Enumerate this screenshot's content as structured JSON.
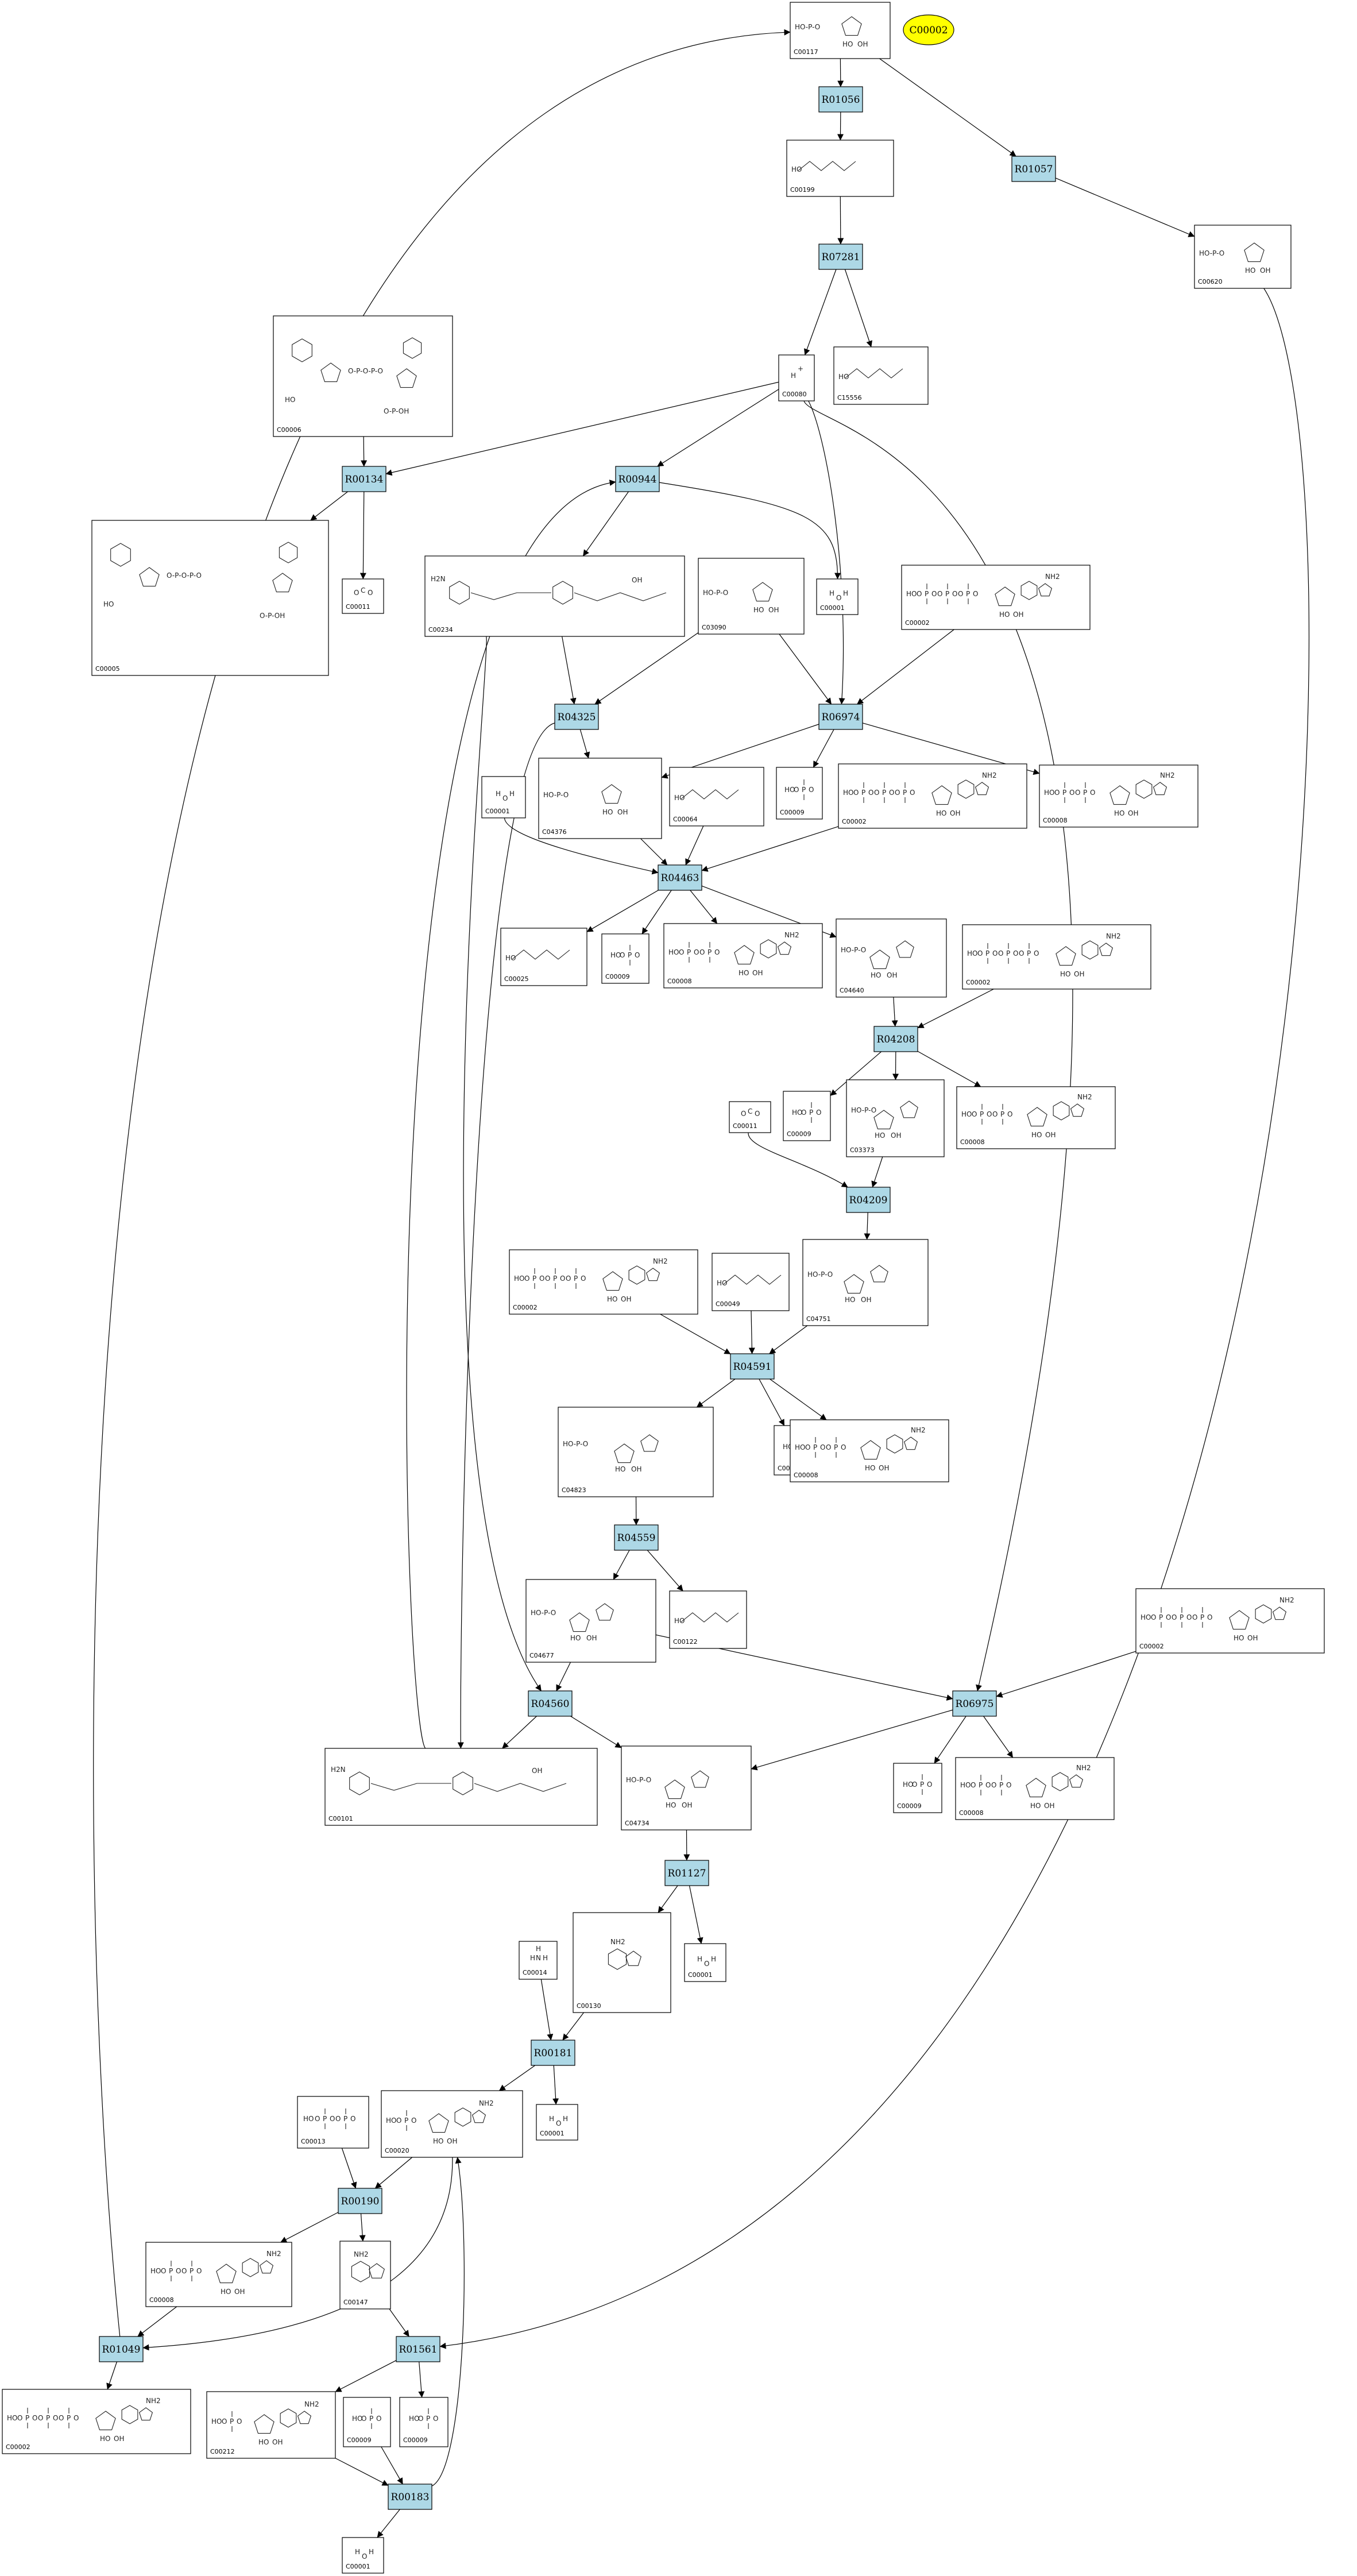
{
  "highlight": {
    "label": "C00002",
    "color": "#ffff00"
  },
  "reaction_color": "#add8e6",
  "reactions": [
    {
      "id": "R01056",
      "label": "R01056"
    },
    {
      "id": "R01057",
      "label": "R01057"
    },
    {
      "id": "R07281",
      "label": "R07281"
    },
    {
      "id": "R00134",
      "label": "R00134"
    },
    {
      "id": "R00944",
      "label": "R00944"
    },
    {
      "id": "R04325",
      "label": "R04325"
    },
    {
      "id": "R06974",
      "label": "R06974"
    },
    {
      "id": "R04463",
      "label": "R04463"
    },
    {
      "id": "R04208",
      "label": "R04208"
    },
    {
      "id": "R04209",
      "label": "R04209"
    },
    {
      "id": "R04591",
      "label": "R04591"
    },
    {
      "id": "R04559",
      "label": "R04559"
    },
    {
      "id": "R04560",
      "label": "R04560"
    },
    {
      "id": "R06975",
      "label": "R06975"
    },
    {
      "id": "R01127",
      "label": "R01127"
    },
    {
      "id": "R00181",
      "label": "R00181"
    },
    {
      "id": "R00190",
      "label": "R00190"
    },
    {
      "id": "R01049",
      "label": "R01049"
    },
    {
      "id": "R01561",
      "label": "R01561"
    },
    {
      "id": "R00183",
      "label": "R00183"
    }
  ],
  "compounds": [
    {
      "id": "c_C00117",
      "label": "C00117",
      "struct": "ribose5p"
    },
    {
      "id": "c_C00199",
      "label": "C00199",
      "struct": "chain"
    },
    {
      "id": "c_C00620",
      "label": "C00620",
      "struct": "ribose1p"
    },
    {
      "id": "c_C00006",
      "label": "C00006",
      "struct": "nadp"
    },
    {
      "id": "c_C00080",
      "label": "C00080",
      "struct": "proton"
    },
    {
      "id": "c_C15556",
      "label": "C15556",
      "struct": "chain"
    },
    {
      "id": "c_C00005",
      "label": "C00005",
      "struct": "nadp"
    },
    {
      "id": "c_C00011a",
      "label": "C00011",
      "struct": "co2"
    },
    {
      "id": "c_C00234",
      "label": "C00234",
      "struct": "folate"
    },
    {
      "id": "c_C03090",
      "label": "C03090",
      "struct": "ribose5p"
    },
    {
      "id": "c_C00001a",
      "label": "C00001",
      "struct": "water"
    },
    {
      "id": "c_C00002a",
      "label": "C00002",
      "struct": "atp"
    },
    {
      "id": "c_C00001b",
      "label": "C00001",
      "struct": "water"
    },
    {
      "id": "c_C04376",
      "label": "C04376",
      "struct": "ribose5p"
    },
    {
      "id": "c_C00064",
      "label": "C00064",
      "struct": "chain"
    },
    {
      "id": "c_C00009a",
      "label": "C00009",
      "struct": "phosphate"
    },
    {
      "id": "c_C00002b",
      "label": "C00002",
      "struct": "atp"
    },
    {
      "id": "c_C00008a",
      "label": "C00008",
      "struct": "adp"
    },
    {
      "id": "c_C00025",
      "label": "C00025",
      "struct": "chain"
    },
    {
      "id": "c_C00009b",
      "label": "C00009",
      "struct": "phosphate"
    },
    {
      "id": "c_C00008b",
      "label": "C00008",
      "struct": "adp"
    },
    {
      "id": "c_C04640",
      "label": "C04640",
      "struct": "imidazole"
    },
    {
      "id": "c_C00002c",
      "label": "C00002",
      "struct": "atp"
    },
    {
      "id": "c_C00009c",
      "label": "C00009",
      "struct": "phosphate"
    },
    {
      "id": "c_C03373",
      "label": "C03373",
      "struct": "imidazole"
    },
    {
      "id": "c_C00008c",
      "label": "C00008",
      "struct": "adp"
    },
    {
      "id": "c_C00011b",
      "label": "C00011",
      "struct": "co2"
    },
    {
      "id": "c_C00002d",
      "label": "C00002",
      "struct": "atp"
    },
    {
      "id": "c_C00049",
      "label": "C00049",
      "struct": "chain"
    },
    {
      "id": "c_C04751",
      "label": "C04751",
      "struct": "imidazole"
    },
    {
      "id": "c_C04823",
      "label": "C04823",
      "struct": "imidazole"
    },
    {
      "id": "c_C00009d",
      "label": "C00009",
      "struct": "phosphate"
    },
    {
      "id": "c_C00008d",
      "label": "C00008",
      "struct": "adp"
    },
    {
      "id": "c_C04677",
      "label": "C04677",
      "struct": "imidazole"
    },
    {
      "id": "c_C00122",
      "label": "C00122",
      "struct": "chain"
    },
    {
      "id": "c_C00002e",
      "label": "C00002",
      "struct": "atp"
    },
    {
      "id": "c_C00101",
      "label": "C00101",
      "struct": "folate"
    },
    {
      "id": "c_C04734",
      "label": "C04734",
      "struct": "imidazole"
    },
    {
      "id": "c_C00009e",
      "label": "C00009",
      "struct": "phosphate"
    },
    {
      "id": "c_C00008e",
      "label": "C00008",
      "struct": "adp"
    },
    {
      "id": "c_C00014",
      "label": "C00014",
      "struct": "ammonia"
    },
    {
      "id": "c_C00130",
      "label": "C00130",
      "struct": "purine"
    },
    {
      "id": "c_C00001c",
      "label": "C00001",
      "struct": "water"
    },
    {
      "id": "c_C00001d",
      "label": "C00001",
      "struct": "water"
    },
    {
      "id": "c_C00013",
      "label": "C00013",
      "struct": "diphosphate"
    },
    {
      "id": "c_C00020",
      "label": "C00020",
      "struct": "amp"
    },
    {
      "id": "c_C00008f",
      "label": "C00008",
      "struct": "adp"
    },
    {
      "id": "c_C00147",
      "label": "C00147",
      "struct": "purine"
    },
    {
      "id": "c_C00002f",
      "label": "C00002",
      "struct": "atp"
    },
    {
      "id": "c_C00212",
      "label": "C00212",
      "struct": "amp"
    },
    {
      "id": "c_C00009f",
      "label": "C00009",
      "struct": "phosphate"
    },
    {
      "id": "c_C00009g",
      "label": "C00009",
      "struct": "phosphate"
    },
    {
      "id": "c_C00001e",
      "label": "C00001",
      "struct": "water"
    }
  ]
}
